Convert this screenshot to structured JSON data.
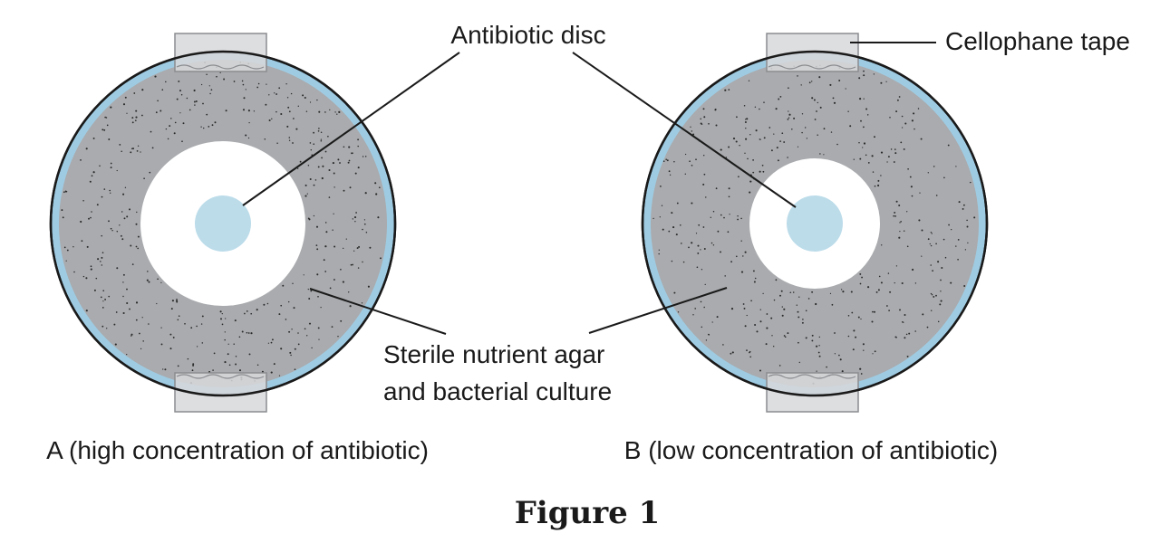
{
  "labels": {
    "antibiotic_disc": "Antibiotic disc",
    "cellophane_tape": "Cellophane tape",
    "agar_line1": "Sterile nutrient agar",
    "agar_line2": "and bacterial culture"
  },
  "plates": [
    {
      "caption": "A (high concentration of antibiotic)"
    },
    {
      "caption": "B (low concentration of antibiotic)"
    }
  ],
  "figure_title": "Figure 1",
  "colors": {
    "agar": "#a9abae",
    "dish_rim": "#9fcbe2",
    "disc": "#bcdcea",
    "tape_fill": "#d7d8da",
    "tape_stroke": "#8a8c8f",
    "outline": "#1a1a1a",
    "zone": "#ffffff",
    "speckle": "#2a2a2a"
  }
}
